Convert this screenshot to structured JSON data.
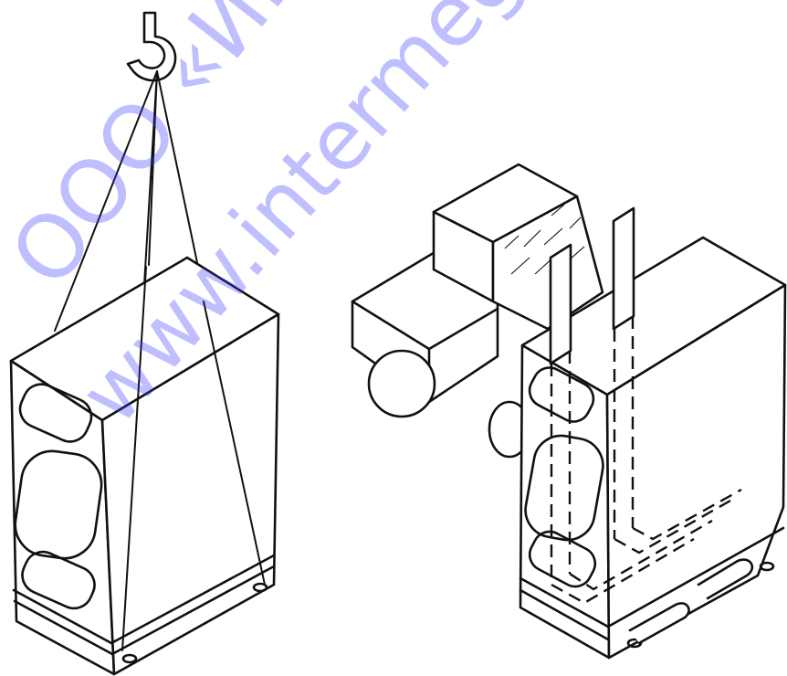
{
  "watermark": {
    "company": "ООО «ИНТЕРМЭГ»",
    "website": "www.intermeg.ru",
    "color": "#3b3bff"
  },
  "figure": {
    "left_panel": "crane hook lifting crated unit with slings",
    "right_panel": "forklift carrying crated unit on forks",
    "line_color": "#111111"
  }
}
